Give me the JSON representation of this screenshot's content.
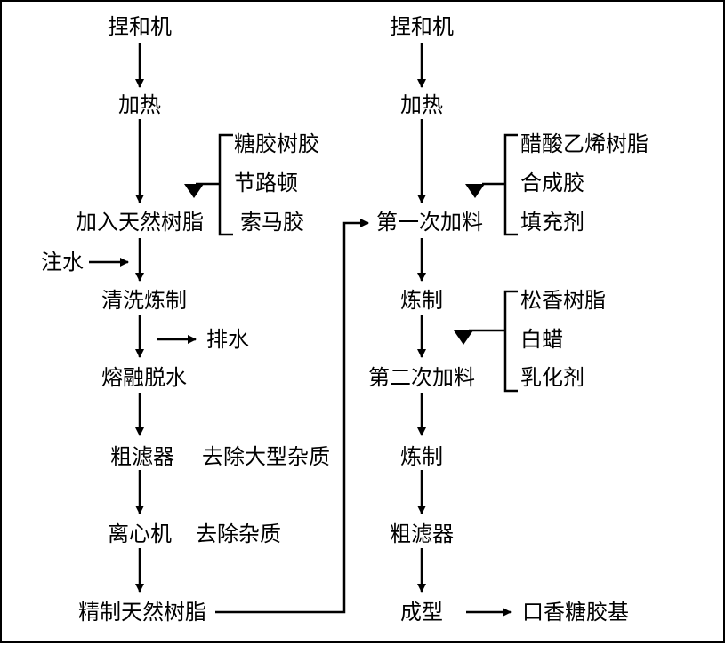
{
  "left_column": {
    "steps": [
      "捏和机",
      "加热",
      "加入天然树脂",
      "清洗炼制",
      "熔融脱水",
      "粗滤器",
      "离心机",
      "精制天然树脂"
    ],
    "resin_inputs": [
      "糖胶树胶",
      "节路顿",
      "索马胶"
    ],
    "water_in": "注水",
    "water_out": "排水",
    "notes": {
      "coarse_filter": "去除大型杂质",
      "centrifuge": "去除杂质"
    }
  },
  "right_column": {
    "steps": [
      "捏和机",
      "加热",
      "第一次加料",
      "炼制",
      "第二次加料",
      "炼制",
      "粗滤器",
      "成型"
    ],
    "first_additives": [
      "醋酸乙烯树脂",
      "合成胶",
      "填充剂"
    ],
    "second_additives": [
      "松香树脂",
      "白蜡",
      "乳化剂"
    ],
    "product": "口香糖胶基"
  },
  "colors": {
    "line": "#000000",
    "background": "#ffffff",
    "text": "#000000"
  }
}
